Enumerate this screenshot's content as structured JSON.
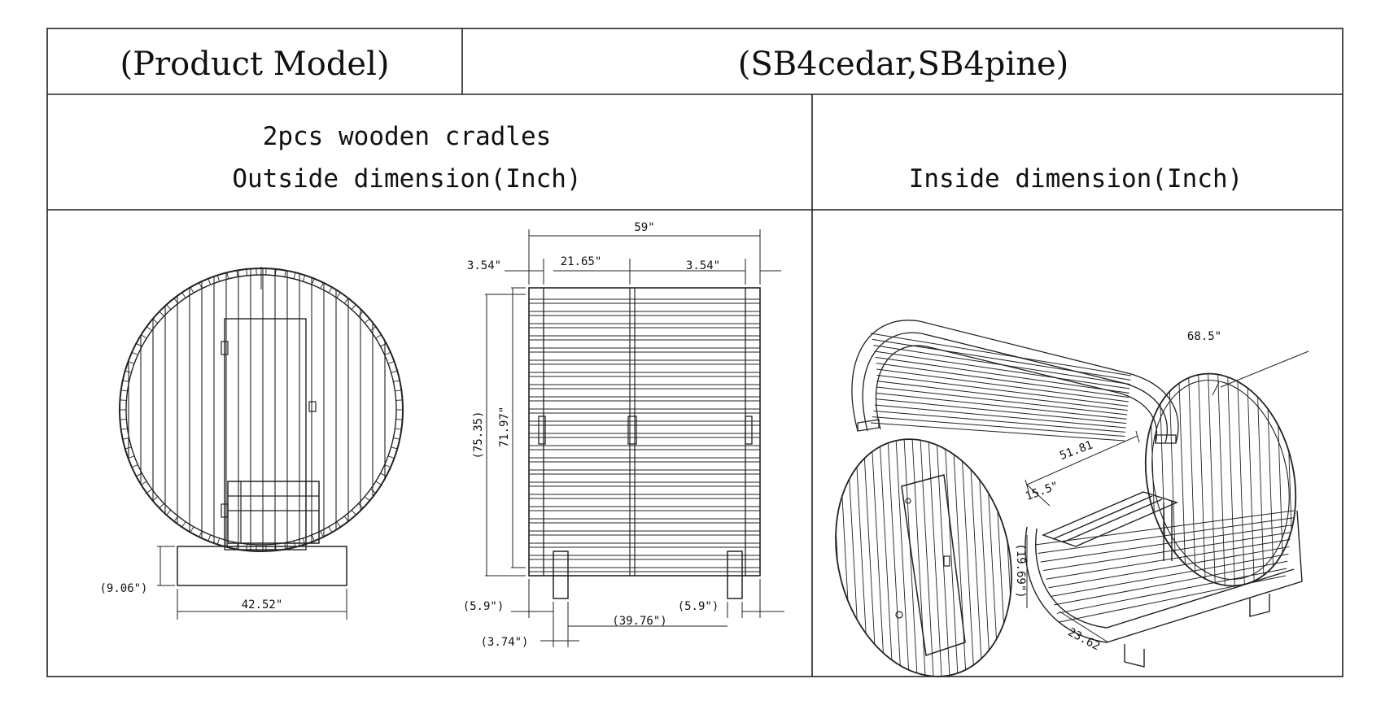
{
  "header": {
    "model_label": "(Product Model)",
    "model_value": "(SB4cedar,SB4pine)"
  },
  "sections": {
    "outside_line1": "2pcs wooden cradles",
    "outside_line2": "Outside dimension(Inch)",
    "inside": "Inside dimension(Inch)"
  },
  "front_view": {
    "cradle_height": "(9.06\")",
    "cradle_width": "42.52\""
  },
  "side_view": {
    "total_length": "59\"",
    "left_overhang": "3.54\"",
    "door_width": "21.65\"",
    "right_overhang": "3.54\"",
    "total_height": "(75.35)",
    "body_height": "71.97\"",
    "left_offset": "(5.9\")",
    "cradle_spacing": "(39.76\")",
    "right_offset": "(5.9\")",
    "cradle_depth": "(3.74\")"
  },
  "inside_view": {
    "inner_length": "68.5\"",
    "bench_length": "51.81",
    "bench_depth": "15.5\"",
    "bench_height": "(19.69\")",
    "floor_width": "23.62"
  },
  "colors": {
    "line": "#222222",
    "background": "#ffffff"
  }
}
